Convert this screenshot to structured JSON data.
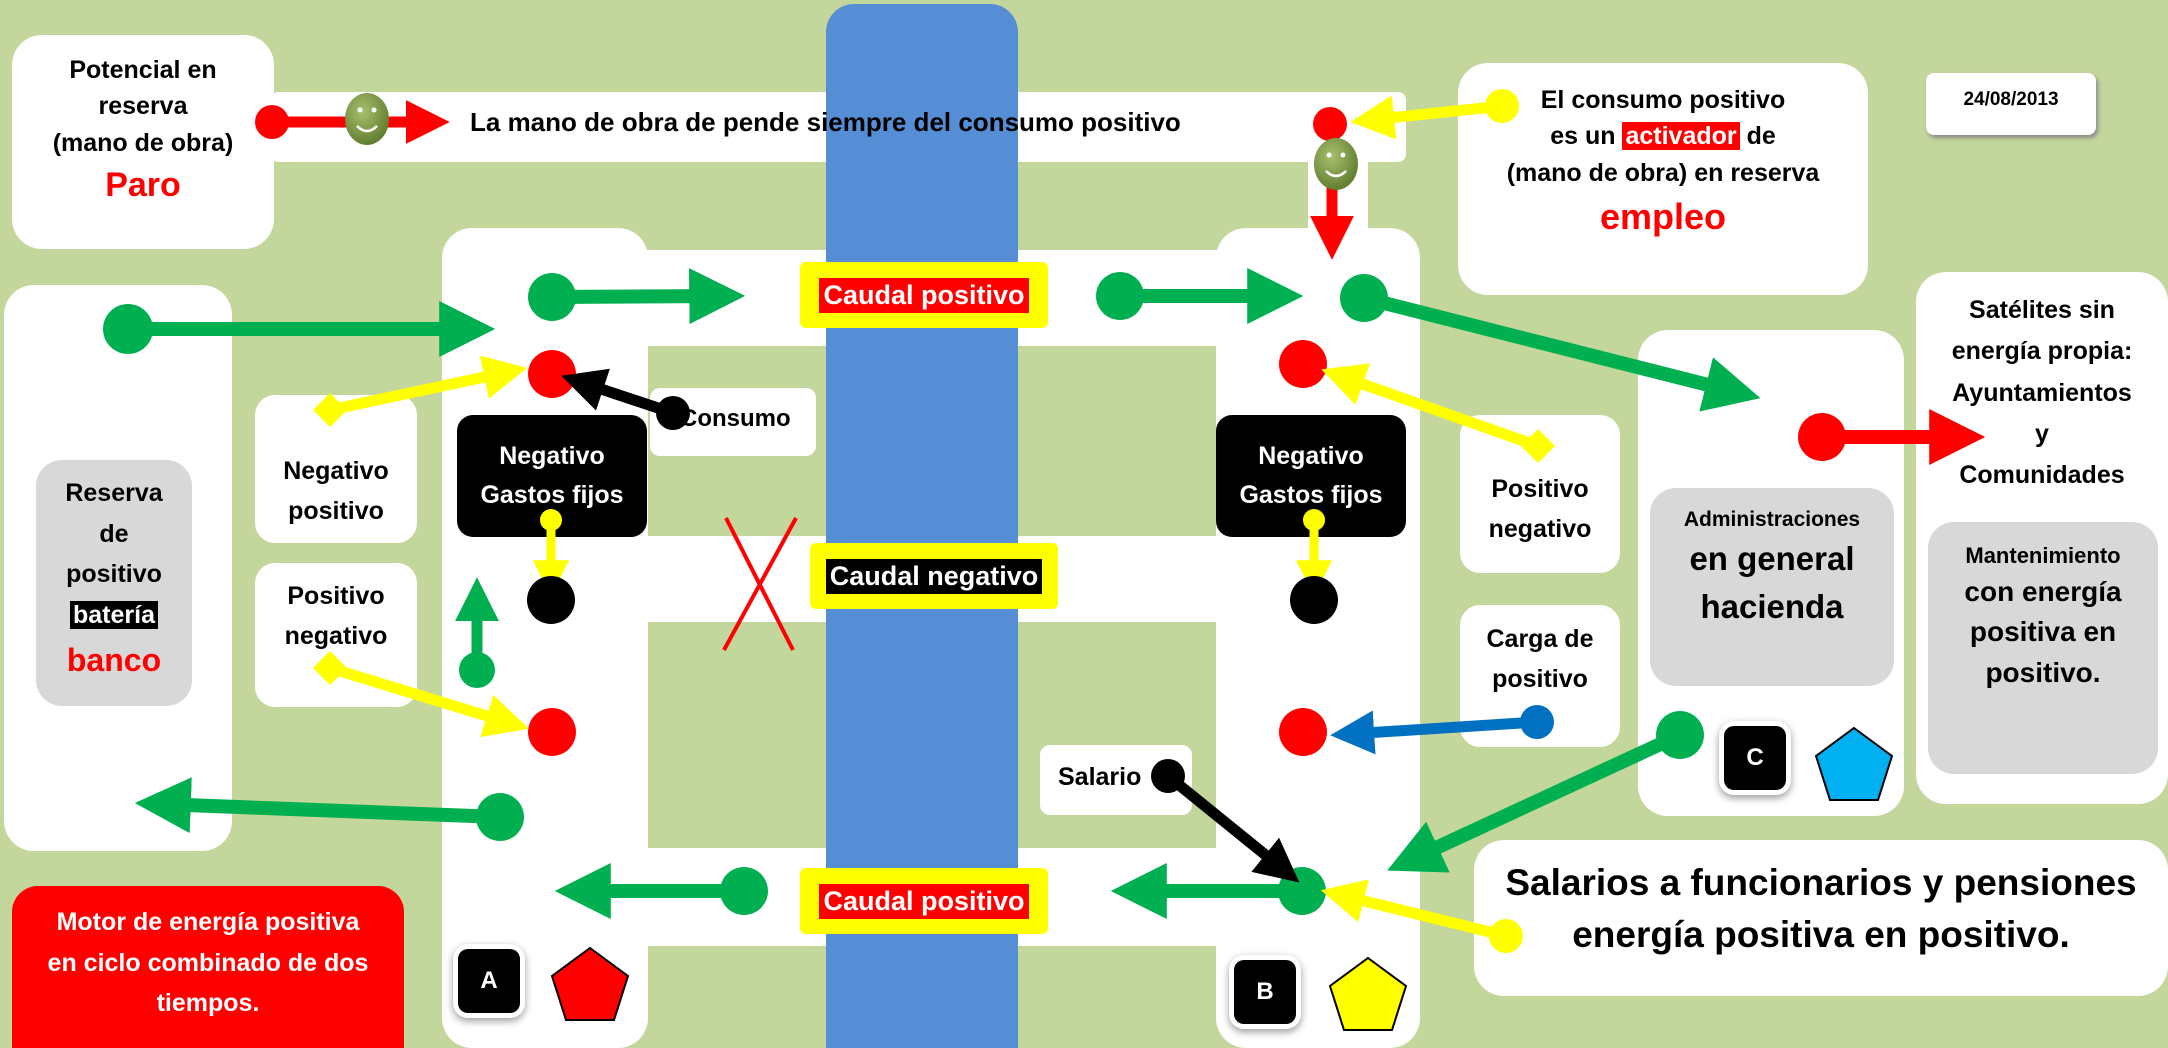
{
  "date": "24/08/2013",
  "paro_box": {
    "l1": "Potencial en",
    "l2": "reserva",
    "l3": "(mano de obra)",
    "big": "Paro"
  },
  "top_banner": "La mano de obra de pende siempre del consumo positivo",
  "empleo_box": {
    "l1": "El consumo positivo",
    "l2a": "es un ",
    "l2b": "activador",
    "l2c": " de",
    "l3": "(mano de obra) en reserva",
    "big": "empleo"
  },
  "reserva_box": {
    "l1": "Reserva",
    "l2": "de",
    "l3": "positivo",
    "l4": "batería",
    "l5": "banco"
  },
  "labels": {
    "caudal_positivo_top": "Caudal positivo",
    "caudal_negativo": "Caudal negativo",
    "caudal_positivo_bottom": "Caudal positivo",
    "consumo": "Consumo",
    "salario": "Salario",
    "neg_pos_1": "Negativo",
    "neg_pos_2": "positivo",
    "pos_neg_left_1": "Positivo",
    "pos_neg_left_2": "negativo",
    "pos_neg_right_1": "Positivo",
    "pos_neg_right_2": "negativo",
    "carga_1": "Carga de",
    "carga_2": "positivo",
    "gastos_left_1": "Negativo",
    "gastos_left_2": "Gastos fijos",
    "gastos_right_1": "Negativo",
    "gastos_right_2": "Gastos fijos"
  },
  "admin_box": {
    "l1": "Administraciones",
    "l2": "en general",
    "l3": "hacienda"
  },
  "satelites_box": {
    "l1": "Satélites sin",
    "l2": "energía propia:",
    "l3": "Ayuntamientos",
    "l4": "y",
    "l5": "Comunidades"
  },
  "mantenimiento_box": {
    "l1": "Mantenimiento",
    "l2": "con energía",
    "l3": "positiva en",
    "l4": "positivo."
  },
  "salarios_box": {
    "l1": "Salarios a funcionarios y pensiones",
    "l2": "energía positiva en positivo."
  },
  "motor_box": {
    "l1": "Motor de energía positiva",
    "l2": "en ciclo combinado de dos",
    "l3": "tiempos."
  },
  "keys": {
    "a": "A",
    "b": "B",
    "c": "C"
  },
  "colors": {
    "background": "#c3d69b",
    "river": "#558ed5",
    "green": "#00b050",
    "red": "#ff0000",
    "yellow": "#ffff00",
    "blue": "#0070c0",
    "pentagon_red": "#ff0000",
    "pentagon_yellow": "#ffff00",
    "pentagon_blue": "#00b0f0"
  },
  "icons": [
    "smiley-face-icon",
    "pentagon-icon",
    "arrow-icon",
    "cross-icon"
  ]
}
